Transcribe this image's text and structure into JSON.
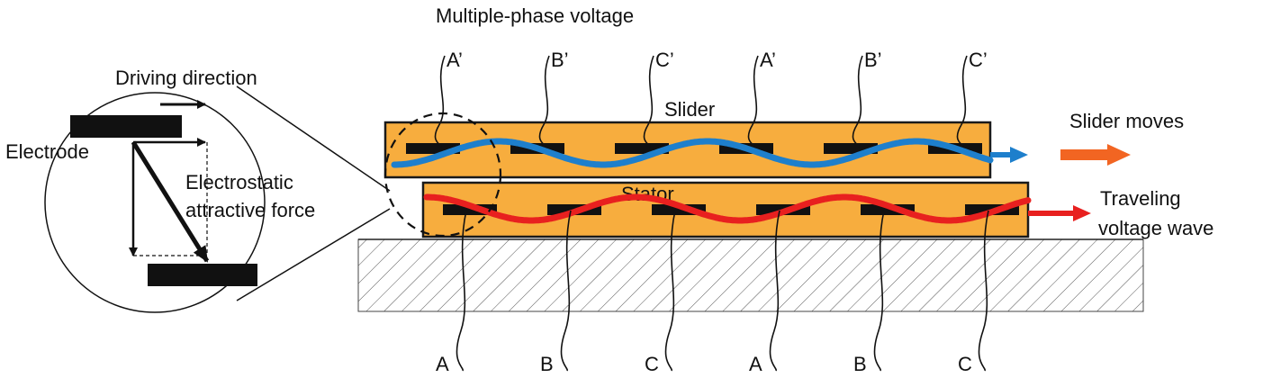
{
  "title": "Multiple-phase voltage",
  "inset": {
    "driving_direction": "Driving direction",
    "electrode": "Electrode",
    "force_line1": "Electrostatic",
    "force_line2": "attractive force"
  },
  "slider": {
    "label": "Slider",
    "phase_labels": [
      "A’",
      "B’",
      "C’",
      "A’",
      "B’",
      "C’"
    ]
  },
  "stator": {
    "label": "Stator",
    "phase_labels": [
      "A",
      "B",
      "C",
      "A",
      "B",
      "C"
    ]
  },
  "right_labels": {
    "slider_moves": "Slider moves",
    "wave_line1": "Traveling",
    "wave_line2": "voltage wave"
  },
  "colors": {
    "plate_fill": "#f7ad3e",
    "plate_stroke": "#1a1a1a",
    "slider_wave": "#1e7fcc",
    "stator_wave": "#e8201f",
    "slider_move_arrow": "#f26522",
    "electrode": "#111111"
  }
}
